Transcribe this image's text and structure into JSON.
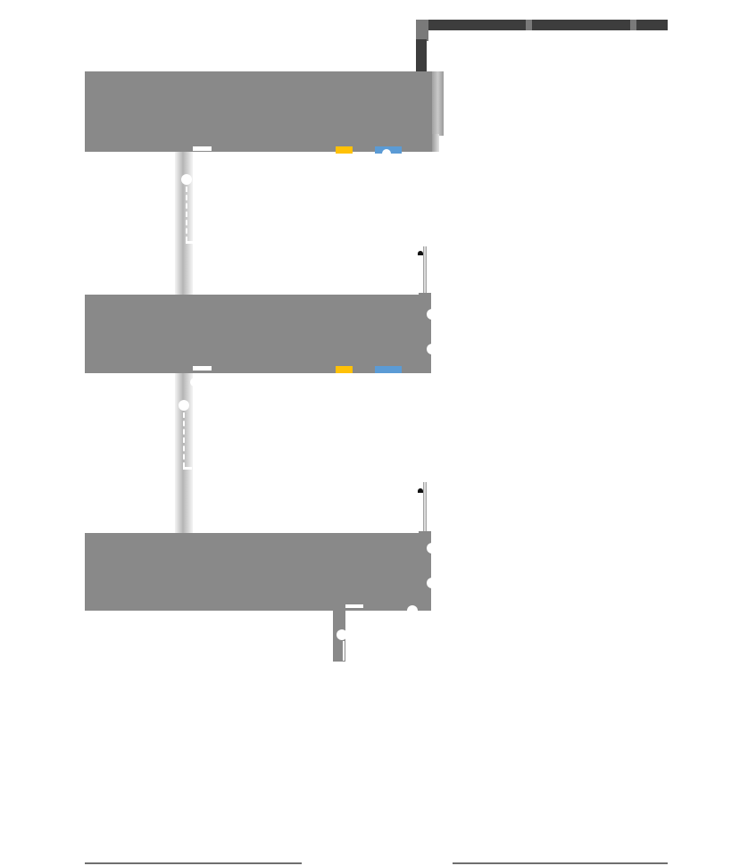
{
  "colors": {
    "panel": "#898989",
    "rail_dark": "#3d3d3d",
    "rail_mid": "#7a7a7a",
    "post": "#d0d0d0",
    "marker_yellow": "#ffc107",
    "marker_blue": "#5b9bd5",
    "connector": "#ffffff"
  },
  "diagram": {
    "panels": [
      "panel-top",
      "panel-middle",
      "panel-bottom"
    ],
    "markers": [
      "yellow",
      "blue"
    ],
    "labels": []
  }
}
